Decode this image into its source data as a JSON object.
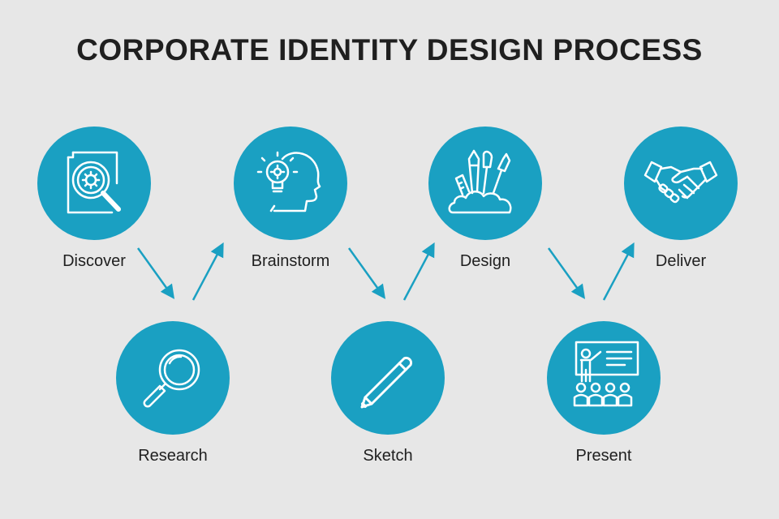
{
  "title": "CORPORATE IDENTITY DESIGN PROCESS",
  "colors": {
    "background": "#e7e7e7",
    "circle": "#1aa0c2",
    "arrow": "#1aa0c2",
    "text": "#1f1f1f",
    "icon_stroke": "#ffffff"
  },
  "steps": [
    {
      "label": "Discover",
      "icon": "document-search-gear-icon"
    },
    {
      "label": "Research",
      "icon": "magnifying-glass-icon"
    },
    {
      "label": "Brainstorm",
      "icon": "head-lightbulb-icon"
    },
    {
      "label": "Sketch",
      "icon": "pencil-icon"
    },
    {
      "label": "Design",
      "icon": "art-tools-icon"
    },
    {
      "label": "Present",
      "icon": "presentation-icon"
    },
    {
      "label": "Deliver",
      "icon": "handshake-icon"
    }
  ]
}
